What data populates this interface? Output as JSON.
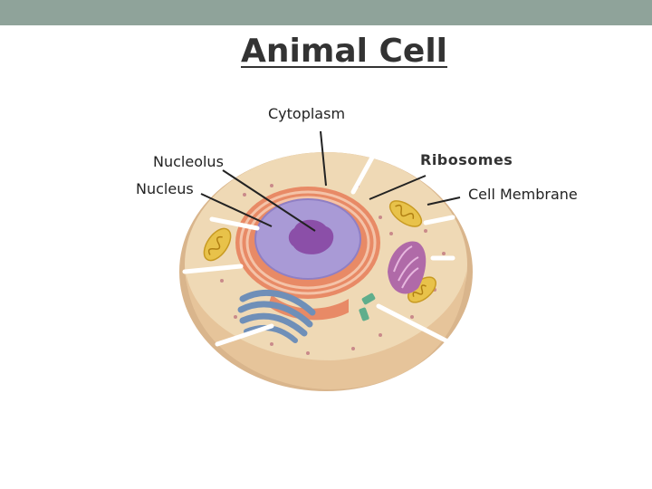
{
  "title": "Animal Cell",
  "labels": {
    "cytoplasm": "Cytoplasm",
    "nucleolus": "Nucleolus",
    "nucleus": "Nucleus",
    "ribosomes": "Ribosomes",
    "cell_membrane": "Cell Membrane"
  },
  "colors": {
    "top_bar": "#8fa39a",
    "cytoplasm": "#e9cfa6",
    "membrane": "#d9b58c",
    "nucleus": "#a99ad6",
    "nucleolus": "#8b4fa8",
    "endoplasmic_reticulum": "#e87a5a",
    "mitochondria": "#e8c24a",
    "golgi": "#6f8fb8",
    "lysosome": "#b06aa8",
    "centrioles": "#5fae8c"
  }
}
